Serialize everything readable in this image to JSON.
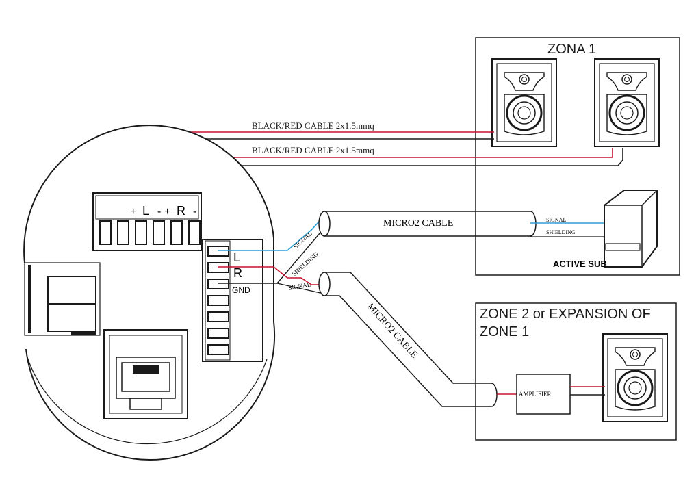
{
  "zone1": {
    "title": "ZONA 1"
  },
  "zone2": {
    "title_line1": "ZONE 2 or EXPANSION OF",
    "title_line2": "ZONE 1"
  },
  "terminal": {
    "labels": [
      "+",
      "L",
      "-",
      "+",
      "R",
      "-"
    ]
  },
  "input_terminal": {
    "labels": [
      "L",
      "R",
      "GND"
    ]
  },
  "cables": {
    "speaker_cable_1": "BLACK/RED CABLE 2x1.5mmq",
    "speaker_cable_2": "BLACK/RED CABLE 2x1.5mmq",
    "micro2_top": "MICRO2 CABLE",
    "micro2_bottom": "MICRO2 CABLE"
  },
  "wire_labels": {
    "signal_top": "SIGNAL",
    "shielding_left": "SHIELDING",
    "signal_bottom": "SIGNAL",
    "sub_signal": "SIGNAL",
    "sub_shielding": "SHIELDING"
  },
  "devices": {
    "active_sub": "ACTIVE SUB",
    "amplifier": "AMPLIFIER"
  },
  "colors": {
    "red": "#c8102e",
    "black": "#1a1a1a",
    "blue": "#2a9fd6"
  },
  "icons": [
    "speaker-icon",
    "subwoofer-icon",
    "rj45-port-icon"
  ]
}
